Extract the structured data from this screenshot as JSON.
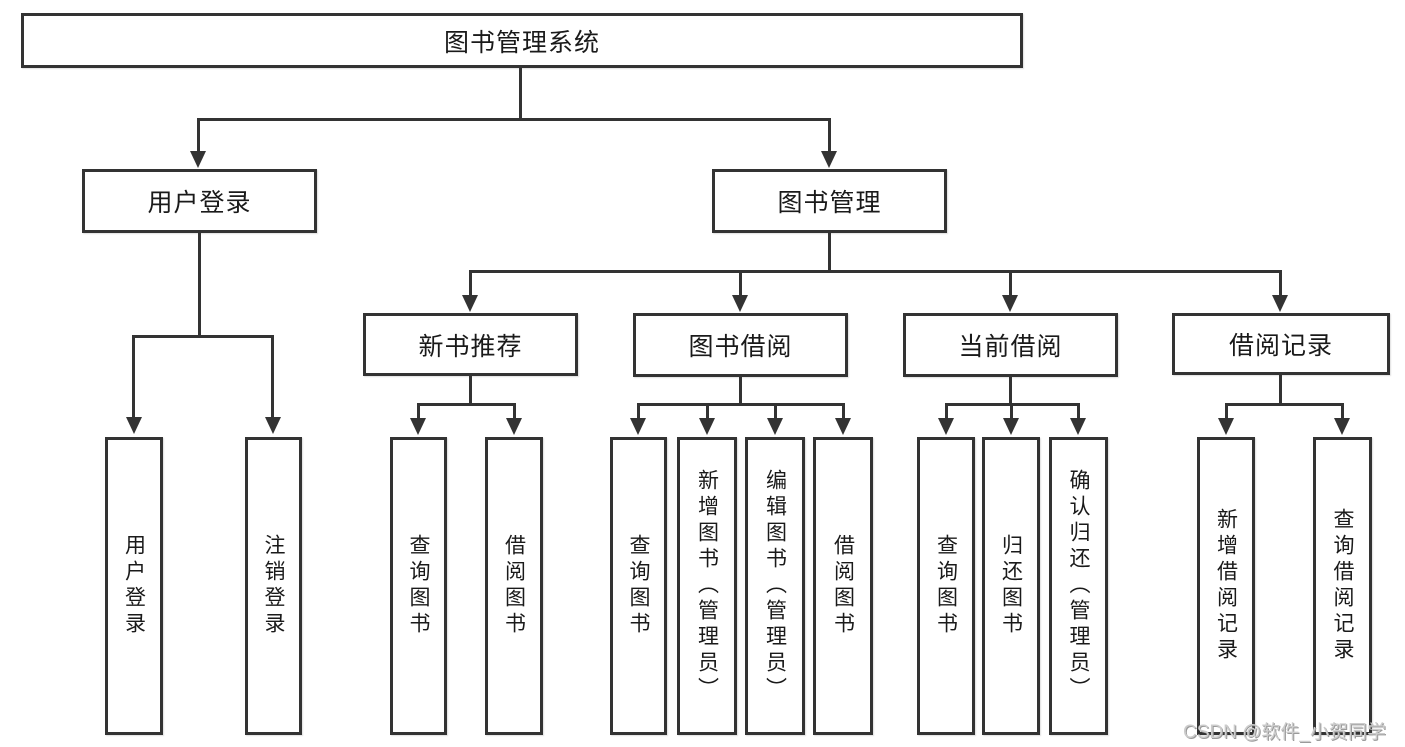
{
  "diagram": {
    "root": {
      "label": "图书管理系统"
    },
    "level2": [
      {
        "label": "用户登录"
      },
      {
        "label": "图书管理"
      }
    ],
    "level3": [
      {
        "label": "新书推荐"
      },
      {
        "label": "图书借阅"
      },
      {
        "label": "当前借阅"
      },
      {
        "label": "借阅记录"
      }
    ],
    "leaves": [
      {
        "label": "用户登录"
      },
      {
        "label": "注销登录"
      },
      {
        "label": "查询图书"
      },
      {
        "label": "借阅图书"
      },
      {
        "label": "查询图书"
      },
      {
        "label": "新增图书（管理员）"
      },
      {
        "label": "编辑图书（管理员）"
      },
      {
        "label": "借阅图书"
      },
      {
        "label": "查询图书"
      },
      {
        "label": "归还图书"
      },
      {
        "label": "确认归还（管理员）"
      },
      {
        "label": "新增借阅记录"
      },
      {
        "label": "查询借阅记录"
      }
    ]
  },
  "watermark": {
    "text": "CSDN @软件_小贺同学"
  },
  "colors": {
    "line": "#333333",
    "text": "#1a1a1a",
    "watermark": "#cccccc"
  }
}
